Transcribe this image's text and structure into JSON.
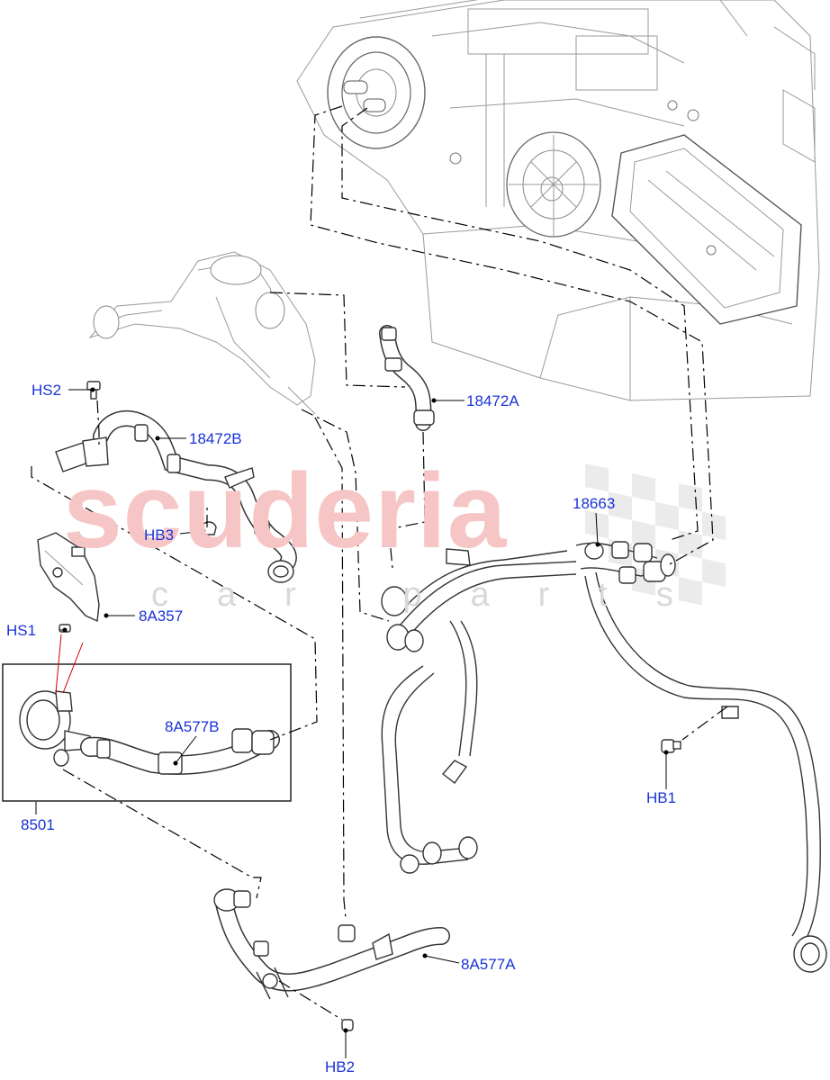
{
  "watermark": {
    "brand": "scuderia",
    "sub": "car parts"
  },
  "callouts": {
    "hs2": "HS2",
    "p18472b": "18472B",
    "p18472a": "18472A",
    "hb3": "HB3",
    "p18663": "18663",
    "p8a357": "8A357",
    "hs1": "HS1",
    "p8a577b": "8A577B",
    "p8501": "8501",
    "hb1": "HB1",
    "p8a577a": "8A577A",
    "hb2": "HB2"
  },
  "colors": {
    "callout_text": "#1a33d6",
    "line_art": "#333333",
    "watermark_red": "#f6c6c6",
    "watermark_grey": "#d8d8d8",
    "highlight_leader": "#d40000"
  }
}
